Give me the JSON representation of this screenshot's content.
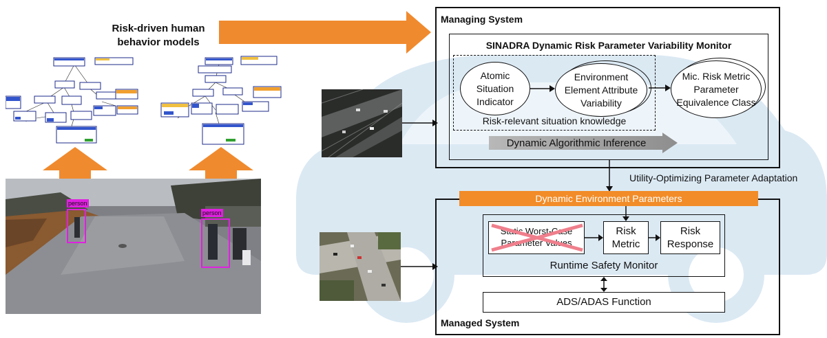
{
  "left": {
    "title_line1": "Risk-driven human",
    "title_line2": "behavior models",
    "person_label": "person"
  },
  "managing": {
    "title": "Managing System",
    "monitor_title": "SINADRA Dynamic Risk Parameter Variability Monitor",
    "node_atomic": [
      "Atomic",
      "Situation",
      "Indicator"
    ],
    "node_env": [
      "Environment",
      "Element Attribute",
      "Variability"
    ],
    "node_mic": [
      "Mic. Risk Metric",
      "Parameter",
      "Equivalence Class"
    ],
    "knowledge_label": "Risk-relevant situation knowledge",
    "inference_label": "Dynamic Algorithmic Inference"
  },
  "adaptation_label": "Utility-Optimizing Parameter Adaptation",
  "managed": {
    "title": "Managed System",
    "env_params_bar": "Dynamic Environment Parameters",
    "static_line1": "Static Worst-Case",
    "static_line2": "Parameter Values",
    "risk_metric": [
      "Risk",
      "Metric"
    ],
    "risk_response": [
      "Risk",
      "Response"
    ],
    "runtime_monitor": "Runtime Safety Monitor",
    "ads_function": "ADS/ADAS Function"
  },
  "colors": {
    "orange": "#f08a2e",
    "bar_orange": "#f28c28",
    "watermark": "#dbe9f3",
    "person_box": "#e020e0",
    "cross_out": "#ef7f8c"
  }
}
